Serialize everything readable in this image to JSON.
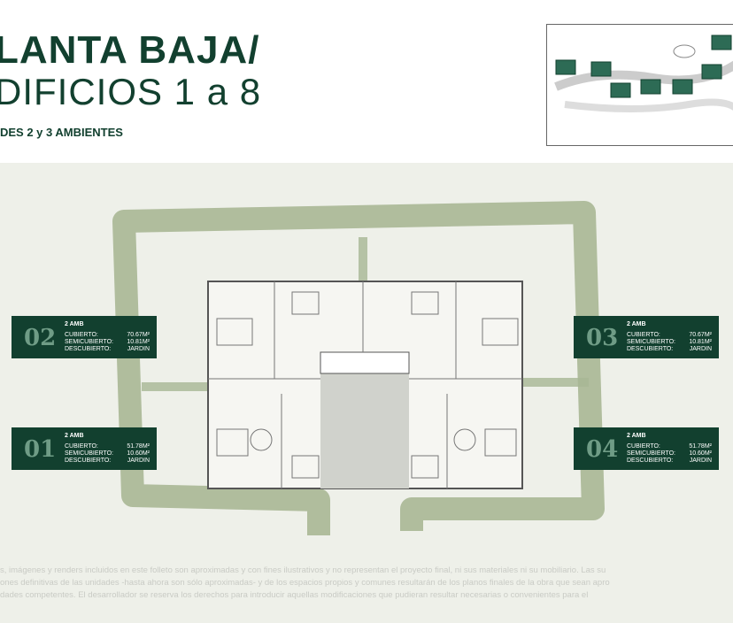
{
  "header": {
    "title_line1": "LANTA BAJA/",
    "title_line2": "DIFICIOS 1 a 8",
    "subtitle": "DES 2 y 3 AMBIENTES"
  },
  "units": [
    {
      "id": "02",
      "type": "2 AMB",
      "cubierto_label": "CUBIERTO:",
      "cubierto": "70.67M²",
      "semi_label": "SEMICUBIERTO:",
      "semi": "10.81M²",
      "desc_label": "DESCUBIERTO:",
      "desc": "JARDIN"
    },
    {
      "id": "01",
      "type": "2 AMB",
      "cubierto_label": "CUBIERTO:",
      "cubierto": "51.78M²",
      "semi_label": "SEMICUBIERTO:",
      "semi": "10.60M²",
      "desc_label": "DESCUBIERTO:",
      "desc": "JARDIN"
    },
    {
      "id": "03",
      "type": "2 AMB",
      "cubierto_label": "CUBIERTO:",
      "cubierto": "70.67M²",
      "semi_label": "SEMICUBIERTO:",
      "semi": "10.81M²",
      "desc_label": "DESCUBIERTO:",
      "desc": "JARDIN"
    },
    {
      "id": "04",
      "type": "2 AMB",
      "cubierto_label": "CUBIERTO:",
      "cubierto": "51.78M²",
      "semi_label": "SEMICUBIERTO:",
      "semi": "10.60M²",
      "desc_label": "DESCUBIERTO:",
      "desc": "JARDIN"
    }
  ],
  "disclaimer": [
    "s, imágenes y renders incluidos en este folleto son aproximadas y con fines ilustrativos y no representan el proyecto final, ni sus materiales ni su mobiliario. Las su",
    "ones definitivas de las unidades -hasta ahora son sólo aproximadas- y de los espacios propios y comunes resultarán de los planos finales de la obra que sean apro",
    "dades competentes. El desarrollador se reserva los derechos para introducir aquellas modificaciones que pudieran resultar necesarias o convenientes para el"
  ],
  "colors": {
    "brand": "#12402f",
    "hedge": "#9fb08a",
    "background": "#eef0e9"
  }
}
